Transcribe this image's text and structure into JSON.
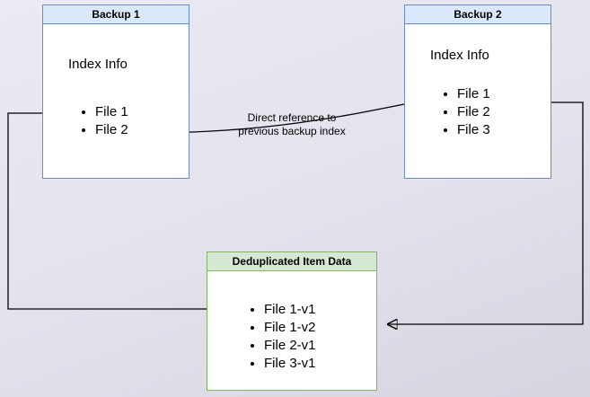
{
  "boxes": {
    "backup1": {
      "title": "Backup 1",
      "subtitle": "Index Info",
      "files": [
        "File 1",
        "File 2"
      ]
    },
    "backup2": {
      "title": "Backup 2",
      "subtitle": "Index Info",
      "files": [
        "File 1",
        "File 2",
        "File 3"
      ]
    },
    "dedup": {
      "title": "Deduplicated Item Data",
      "items": [
        "File 1-v1",
        "File 1-v2",
        "File 2-v1",
        "File 3-v1"
      ]
    }
  },
  "annotations": {
    "direct_reference": {
      "line1": "Direct reference to",
      "line2": "previous backup index"
    }
  },
  "colors": {
    "blue_border": "#6c8ebf",
    "blue_fill": "#dae8fc",
    "green_border": "#82b366",
    "green_fill": "#d5e8d4",
    "arrow": "#000000",
    "node_body": "#ffffff"
  }
}
